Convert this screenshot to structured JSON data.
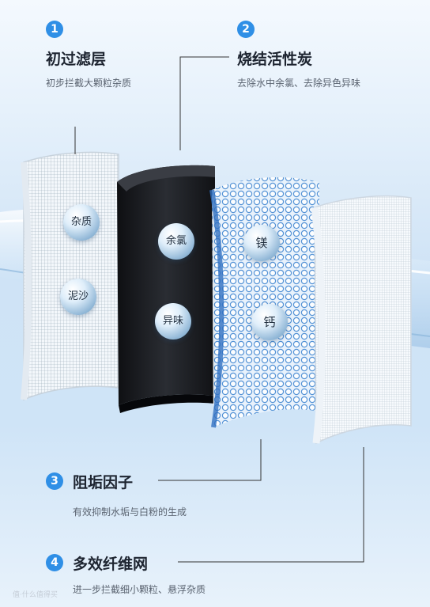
{
  "steps": [
    {
      "number": "1",
      "title": "初过滤层",
      "desc": "初步拦截大颗粒杂质"
    },
    {
      "number": "2",
      "title": "烧结活性炭",
      "desc": "去除水中余氯、去除异色异味"
    },
    {
      "number": "3",
      "title": "阻垢因子",
      "desc": "有效抑制水垢与白粉的生成"
    },
    {
      "number": "4",
      "title": "多效纤维网",
      "desc": "进一步拦截细小颗粒、悬浮杂质"
    }
  ],
  "bubbles": {
    "impurity": "杂质",
    "sand": "泥沙",
    "chlorine": "余氯",
    "odor": "异味",
    "magnesium": "镁",
    "calcium": "钙"
  },
  "watermark": "值·什么值得买",
  "colors": {
    "accent": "#2f8fe6",
    "carbon": "#1a1c20",
    "beads": "#3b86d9"
  }
}
